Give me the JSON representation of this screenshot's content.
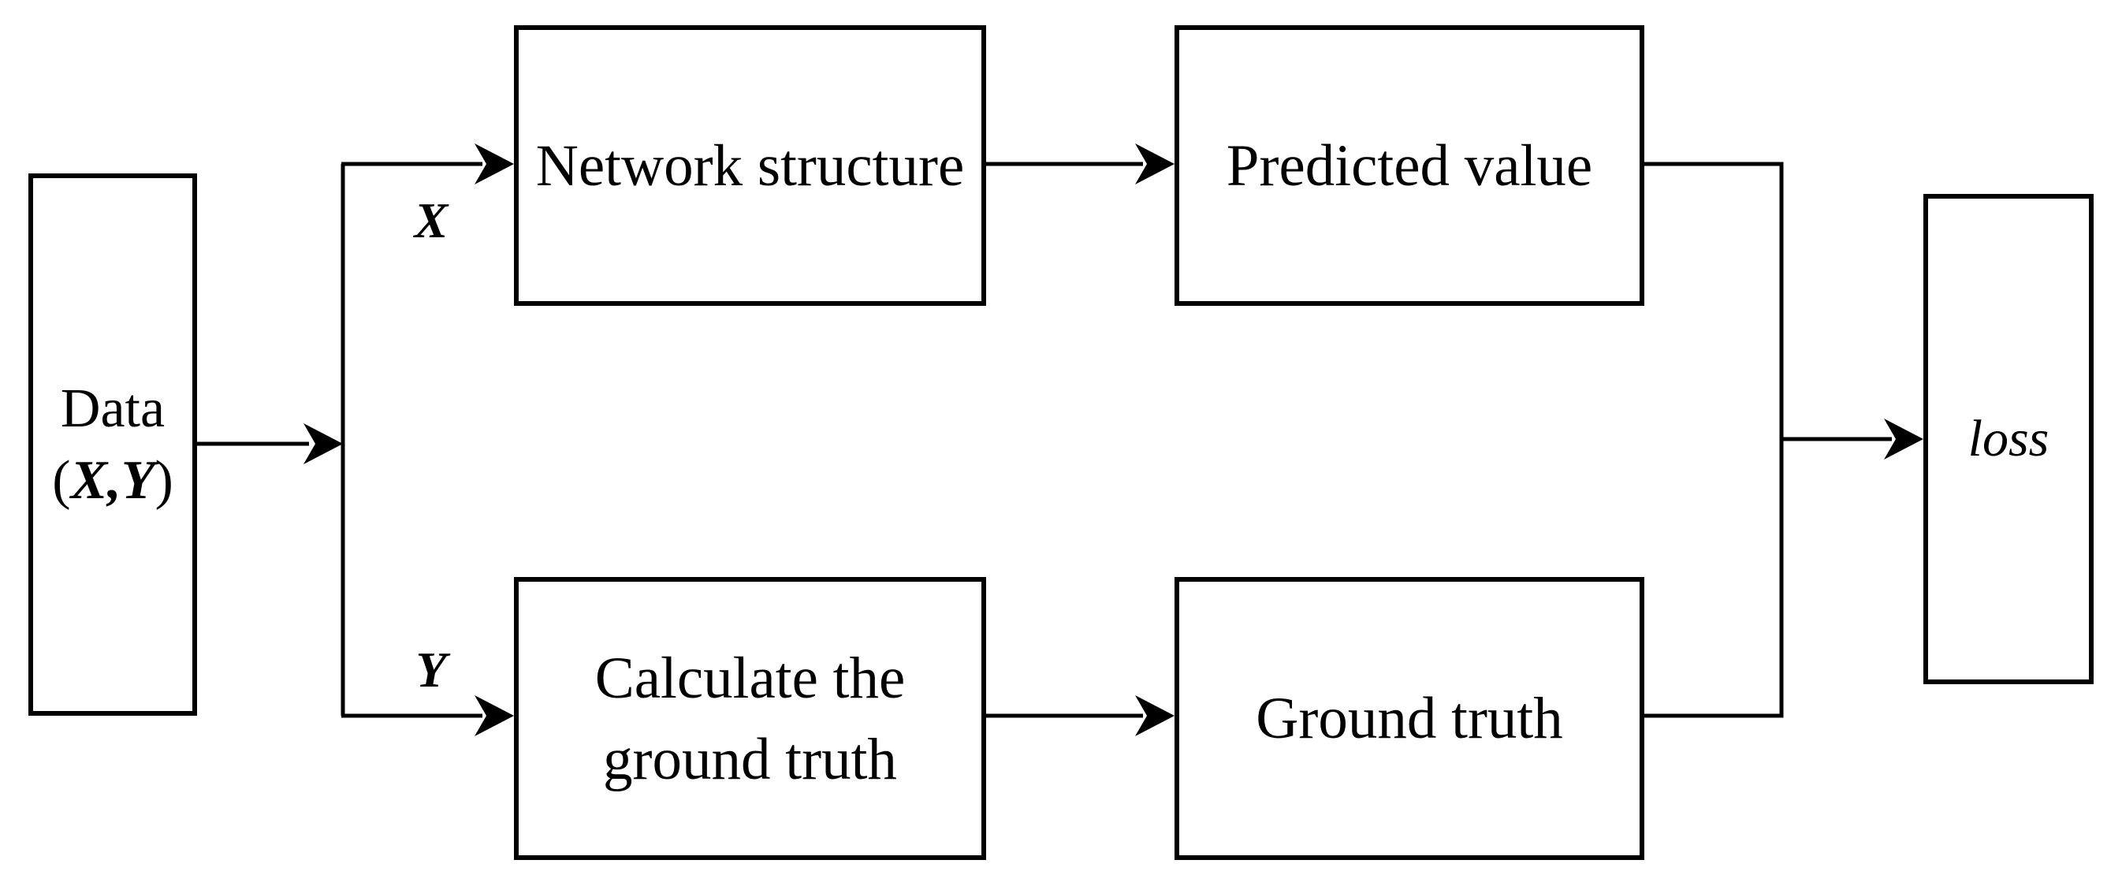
{
  "figure": {
    "type": "flowchart",
    "background": "#ffffff",
    "line_color": "#000000",
    "text_color": "#000000"
  },
  "nodes": {
    "data": {
      "line1": "Data",
      "paren_open": "(",
      "var_x": "X",
      "comma": ",",
      "var_y": "Y",
      "paren_close": ")"
    },
    "network": {
      "label": "Network structure"
    },
    "predicted": {
      "label": "Predicted value"
    },
    "calculate": {
      "line1": "Calculate the",
      "line2": "ground truth"
    },
    "ground_truth": {
      "label": "Ground truth"
    },
    "loss": {
      "label": "loss"
    }
  },
  "edge_labels": {
    "x": "X",
    "y": "Y"
  }
}
